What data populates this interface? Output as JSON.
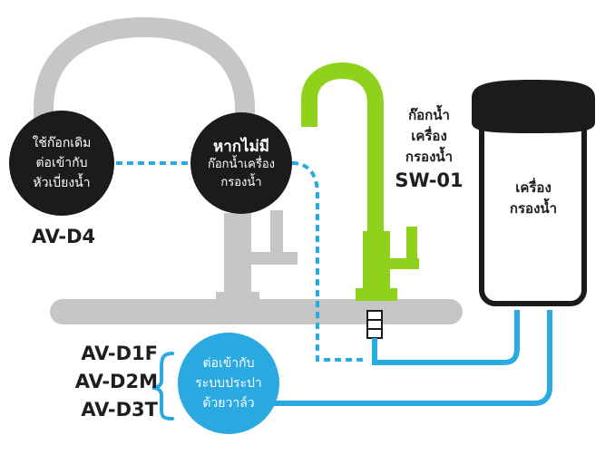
{
  "colors": {
    "gray": "#c6c6c6",
    "black": "#1b1b1b",
    "green": "#8fd21c",
    "blue": "#2ba9e1",
    "white": "#ffffff"
  },
  "left_circle": {
    "line1": "ใช้ก๊อกเดิม",
    "line2": "ต่อเข้ากับ",
    "line3": "หัวเบี่ยงน้ำ"
  },
  "left_model": "AV-D4",
  "middle_circle": {
    "line1": "หากไม่มี",
    "line2": "ก๊อกน้ำเครื่อง",
    "line3": "กรองน้ำ"
  },
  "faucet_label": {
    "line1": "ก๊อกน้ำ",
    "line2": "เครื่อง",
    "line3": "กรองน้ำ",
    "model": "SW-01"
  },
  "filter_label": {
    "line1": "เครื่อง",
    "line2": "กรองน้ำ"
  },
  "bottom_models": [
    "AV-D1F",
    "AV-D2M",
    "AV-D3T"
  ],
  "blue_circle": {
    "line1": "ต่อเข้ากับ",
    "line2": "ระบบประปา",
    "line3": "ด้วยวาล์ว"
  }
}
